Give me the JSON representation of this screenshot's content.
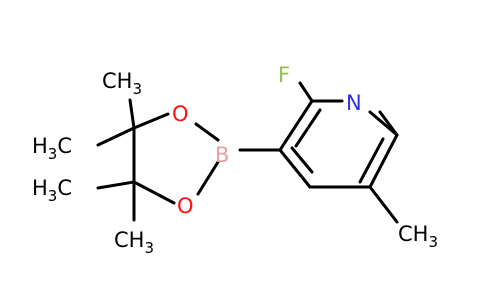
{
  "molecule": {
    "atoms": {
      "F": {
        "symbol": "F"
      },
      "N": {
        "symbol": "N"
      },
      "B": {
        "symbol": "B"
      },
      "O1": {
        "symbol": "O"
      },
      "O2": {
        "symbol": "O"
      }
    },
    "methyls": [
      {
        "id": "me-top",
        "main": "CH",
        "sub": "3"
      },
      {
        "id": "me-upper-left",
        "main": "H",
        "sub": "3",
        "tail": "C"
      },
      {
        "id": "me-lower-left",
        "main": "H",
        "sub": "3",
        "tail": "C"
      },
      {
        "id": "me-bottom",
        "main": "CH",
        "sub": "3"
      },
      {
        "id": "me-ring",
        "main": "CH",
        "sub": "3"
      }
    ]
  },
  "colors": {
    "bond": "#000000",
    "fluorine": "#90c050",
    "nitrogen": "#3030e8",
    "oxygen": "#ff1010",
    "boron": "#e8a0a0",
    "carbon": "#000000"
  }
}
